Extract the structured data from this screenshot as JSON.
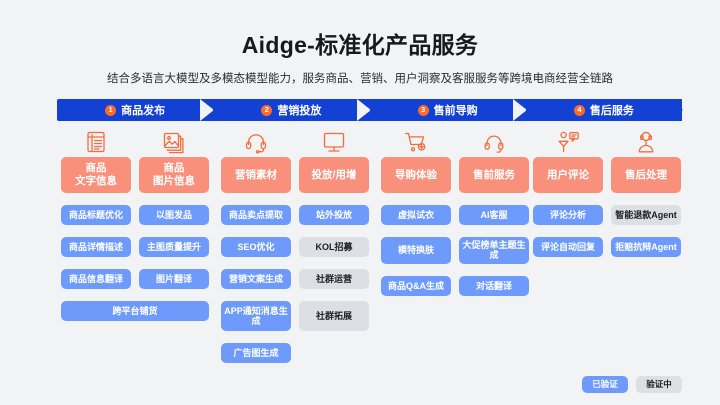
{
  "header": {
    "title": "Aidge-标准化产品服务",
    "subtitle": "结合多语言大模型及多模态模型能力，服务商品、营销、用户洞察及客服服务等跨境电商经营全链路"
  },
  "stages": [
    {
      "num": "1",
      "label": "商品发布"
    },
    {
      "num": "2",
      "label": "营销投放"
    },
    {
      "num": "3",
      "label": "售前导购"
    },
    {
      "num": "4",
      "label": "售后服务"
    }
  ],
  "columns": [
    {
      "key": "product-publish",
      "capabilities": [
        {
          "icon": "document-list-icon",
          "lines": [
            "商品",
            "文字信息"
          ]
        },
        {
          "icon": "image-stack-icon",
          "lines": [
            "商品",
            "图片信息"
          ]
        }
      ],
      "rows": [
        [
          {
            "label": "商品标题优化",
            "status": "verified"
          },
          {
            "label": "以图发品",
            "status": "verified"
          }
        ],
        [
          {
            "label": "商品详情描述",
            "status": "verified"
          },
          {
            "label": "主图质量提升",
            "status": "verified"
          }
        ],
        [
          {
            "label": "商品信息翻译",
            "status": "verified"
          },
          {
            "label": "图片翻译",
            "status": "verified"
          }
        ],
        [
          {
            "label": "跨平台铺货",
            "status": "verified",
            "wide": true
          }
        ]
      ]
    },
    {
      "key": "marketing",
      "capabilities": [
        {
          "icon": "headset-icon",
          "lines": [
            "营销素材"
          ]
        },
        {
          "icon": "monitor-icon",
          "lines": [
            "投放/用增"
          ]
        }
      ],
      "rows": [
        [
          {
            "label": "商品卖点提取",
            "status": "verified"
          },
          {
            "label": "站外投放",
            "status": "verified"
          }
        ],
        [
          {
            "label": "SEO优化",
            "status": "verified"
          },
          {
            "label": "KOL招募",
            "status": "in-progress"
          }
        ],
        [
          {
            "label": "营销文案生成",
            "status": "verified"
          },
          {
            "label": "社群运营",
            "status": "in-progress"
          }
        ],
        [
          {
            "label": "APP通知消息生成",
            "status": "verified",
            "tall": true
          },
          {
            "label": "社群拓展",
            "status": "in-progress",
            "tall": true
          }
        ],
        [
          {
            "label": "广告图生成",
            "status": "verified"
          }
        ]
      ]
    },
    {
      "key": "pre-sale",
      "capabilities": [
        {
          "icon": "cart-plus-icon",
          "lines": [
            "导购体验"
          ]
        },
        {
          "icon": "headphone-icon",
          "lines": [
            "售前服务"
          ]
        }
      ],
      "rows": [
        [
          {
            "label": "虚拟试衣",
            "status": "verified"
          },
          {
            "label": "AI客服",
            "status": "verified"
          }
        ],
        [
          {
            "label": "模特换肤",
            "status": "verified"
          },
          {
            "label": "大促榜单主题生成",
            "status": "verified"
          }
        ],
        [
          {
            "label": "商品Q&A生成",
            "status": "verified"
          },
          {
            "label": "对话翻译",
            "status": "verified"
          }
        ]
      ]
    },
    {
      "key": "after-sale",
      "capabilities": [
        {
          "icon": "user-comment-icon",
          "lines": [
            "用户评论"
          ]
        },
        {
          "icon": "agent-support-icon",
          "lines": [
            "售后处理"
          ]
        }
      ],
      "rows": [
        [
          {
            "label": "评论分析",
            "status": "verified"
          },
          {
            "label": "智能退款Agent",
            "status": "in-progress"
          }
        ],
        [
          {
            "label": "评论自动回复",
            "status": "verified"
          },
          {
            "label": "拒赔抗辩Agent",
            "status": "verified"
          }
        ]
      ]
    }
  ],
  "legend": [
    {
      "label": "已验证",
      "status": "verified"
    },
    {
      "label": "验证中",
      "status": "in-progress"
    }
  ],
  "colors": {
    "ribbon_blue": "#1241d4",
    "stage_badge_orange": "#ff6a2b",
    "capability_salmon": "#f9907c",
    "pill_blue": "#6e9bfb",
    "pill_gray": "#dcdfe3",
    "background": "#f2f3f5"
  }
}
